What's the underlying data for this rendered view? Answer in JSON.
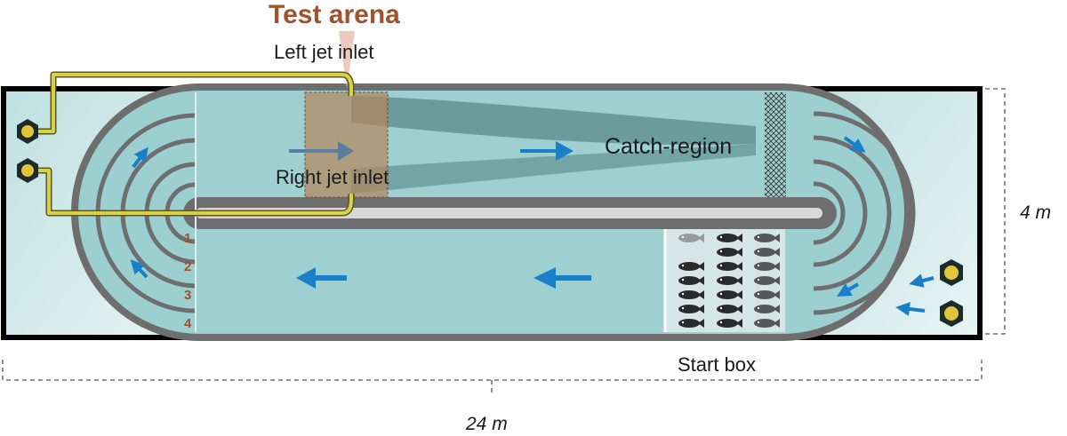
{
  "labels": {
    "title": "Test arena",
    "left_jet_inlet": "Left jet inlet",
    "right_jet_inlet": "Right jet inlet",
    "catch_region": "Catch-region",
    "start_box": "Start box",
    "length": "24 m",
    "width": "4 m"
  },
  "lanes": [
    "1",
    "2",
    "3",
    "4"
  ],
  "colors": {
    "water": "#9ccfd0",
    "water_light": "#bfe0e1",
    "wall": "#6e6e6e",
    "frame": "#000000",
    "pipe": "#d8cf4a",
    "test_arena": "#b4875a",
    "flow_arrow": "#1a7fc9",
    "jet_plume": "#3f6f72",
    "title": "#a0522d",
    "pump": "#e0c53a"
  }
}
